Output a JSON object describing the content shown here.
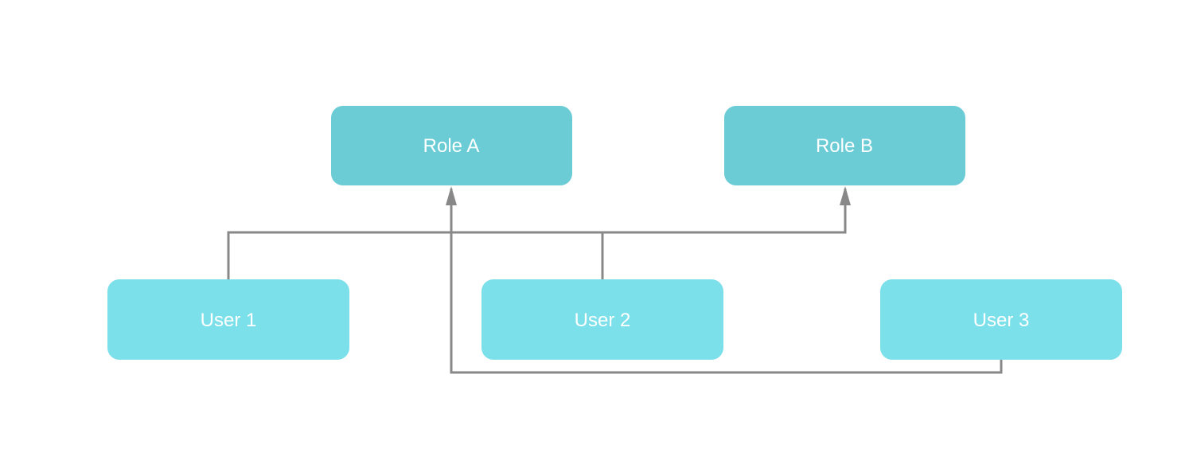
{
  "diagram": {
    "kind": "role-assignment-diagram",
    "nodes": {
      "role_a": {
        "label": "Role A",
        "type": "role"
      },
      "role_b": {
        "label": "Role B",
        "type": "role"
      },
      "user_1": {
        "label": "User 1",
        "type": "user"
      },
      "user_2": {
        "label": "User 2",
        "type": "user"
      },
      "user_3": {
        "label": "User 3",
        "type": "user"
      }
    },
    "edges": [
      {
        "from": "User 1",
        "to": "Role B",
        "style": "orthogonal",
        "arrowhead": "target"
      },
      {
        "from": "User 2",
        "to": "Role B",
        "style": "orthogonal",
        "arrowhead": "target"
      },
      {
        "from": "User 3",
        "to": "Role A",
        "style": "orthogonal",
        "arrowhead": "target"
      }
    ],
    "colors": {
      "background": "#ffffff",
      "role_fill": "#6bccd6",
      "user_fill": "#7ce0ea",
      "connector": "#888888",
      "label_text": "#ffffff"
    }
  }
}
